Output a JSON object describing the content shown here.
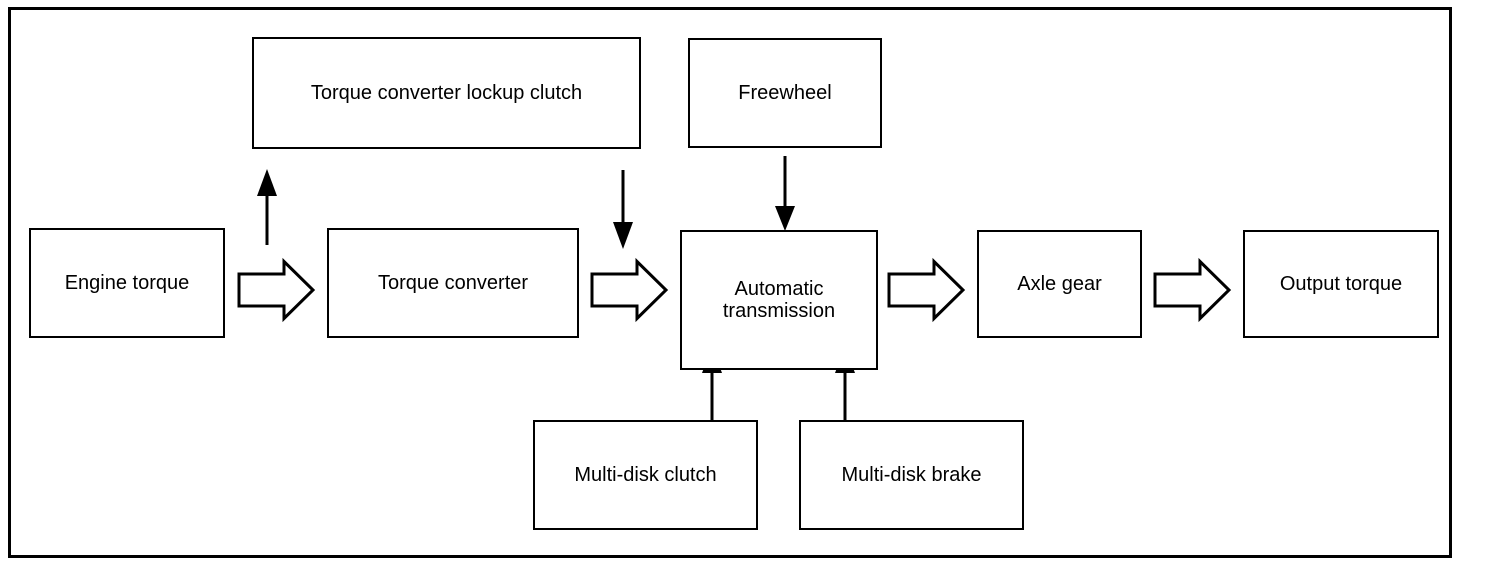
{
  "diagram": {
    "nodes": {
      "engine_torque": {
        "label": "Engine torque"
      },
      "lockup_clutch": {
        "label": "Torque converter lockup clutch"
      },
      "torque_converter": {
        "label": "Torque converter"
      },
      "freewheel": {
        "label": "Freewheel"
      },
      "automatic_transmission": {
        "label_line1": "Automatic",
        "label_line2": "transmission"
      },
      "axle_gear": {
        "label": "Axle gear"
      },
      "output_torque": {
        "label": "Output torque"
      },
      "multi_disk_clutch": {
        "label": "Multi-disk clutch"
      },
      "multi_disk_brake": {
        "label": "Multi-disk brake"
      }
    },
    "connections": [
      {
        "from": "Engine torque",
        "to": "Torque converter",
        "style": "hollow-block-arrow",
        "direction": "right"
      },
      {
        "from": "Torque converter",
        "to": "Automatic transmission",
        "style": "hollow-block-arrow",
        "direction": "right"
      },
      {
        "from": "Automatic transmission",
        "to": "Axle gear",
        "style": "hollow-block-arrow",
        "direction": "right"
      },
      {
        "from": "Axle gear",
        "to": "Output torque",
        "style": "hollow-block-arrow",
        "direction": "right"
      },
      {
        "from": "Engine torque / Torque converter link",
        "to": "Torque converter lockup clutch",
        "style": "solid-head-line-arrow",
        "direction": "up"
      },
      {
        "from": "Torque converter lockup clutch",
        "to": "Torque converter / Automatic transmission link",
        "style": "solid-head-line-arrow",
        "direction": "down"
      },
      {
        "from": "Freewheel",
        "to": "Automatic transmission",
        "style": "solid-head-line-arrow",
        "direction": "down"
      },
      {
        "from": "Multi-disk clutch",
        "to": "Automatic transmission",
        "style": "solid-head-line-arrow",
        "direction": "up"
      },
      {
        "from": "Multi-disk brake",
        "to": "Automatic transmission",
        "style": "solid-head-line-arrow",
        "direction": "up"
      }
    ],
    "colors": {
      "line": "#000000",
      "box_fill": "#ffffff",
      "text": "#000000",
      "page_background": "#ffffff"
    }
  }
}
